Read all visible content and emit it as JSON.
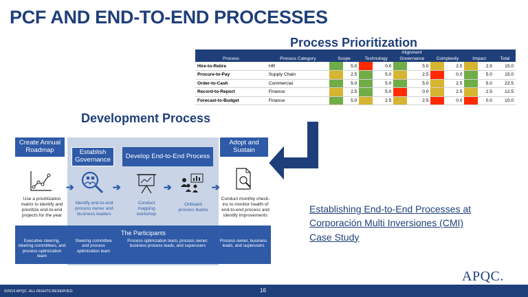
{
  "slide": {
    "title": "PCF AND END-TO-END PROCESSES",
    "page_number": "16",
    "copyright": "©2019 APQC. ALL RIGHTS RESERVED.",
    "logo_text": "APQC."
  },
  "prioritization": {
    "title": "Process Prioritization",
    "group_header": "Alignment",
    "columns": [
      "Process",
      "Process Category",
      "Scope",
      "Technology",
      "Governance",
      "Complexity",
      "Impact",
      "Total"
    ],
    "rows": [
      {
        "process": "Hire-to-Retire",
        "category": "HR",
        "scope": "5.0",
        "technology": "0.0",
        "governance": "5.0",
        "complexity": "2.5",
        "impact": "2.5",
        "total": "15.0",
        "swatches": [
          "green",
          "red",
          "green",
          "yellow",
          "yellow"
        ]
      },
      {
        "process": "Procure-to-Pay",
        "category": "Supply Chain",
        "scope": "2.5",
        "technology": "5.0",
        "governance": "2.5",
        "complexity": "0.0",
        "impact": "5.0",
        "total": "15.0",
        "swatches": [
          "yellow",
          "green",
          "yellow",
          "red",
          "green"
        ]
      },
      {
        "process": "Order-to-Cash",
        "category": "Commercial",
        "scope": "5.0",
        "technology": "5.0",
        "governance": "5.0",
        "complexity": "2.5",
        "impact": "5.0",
        "total": "22.5",
        "swatches": [
          "green",
          "green",
          "green",
          "yellow",
          "green"
        ]
      },
      {
        "process": "Record-to-Report",
        "category": "Finance",
        "scope": "2.5",
        "technology": "5.0",
        "governance": "0.0",
        "complexity": "2.5",
        "impact": "2.5",
        "total": "12.5",
        "swatches": [
          "yellow",
          "green",
          "red",
          "yellow",
          "yellow"
        ]
      },
      {
        "process": "Forecast-to-Budget",
        "category": "Finance",
        "scope": "5.0",
        "technology": "2.5",
        "governance": "2.5",
        "complexity": "0.0",
        "impact": "0.0",
        "total": "10.0",
        "swatches": [
          "green",
          "yellow",
          "yellow",
          "red",
          "red"
        ]
      }
    ],
    "colors": {
      "header": "#1f3f7a",
      "green": "#70ad47",
      "yellow": "#d6b531",
      "red": "#ff2a00"
    }
  },
  "development": {
    "title": "Development Process",
    "steps": [
      {
        "label": "Create Annual Roadmap",
        "icon": "line-chart-icon",
        "caption": "Use a prioritization matrix to identify and prioritize end-to-end projects for the year"
      },
      {
        "label": "Establish Governance",
        "icon": "magnifier-people-icon",
        "caption": "Identify end-to-end process owner and business leaders"
      },
      {
        "label": "Develop End-to-End Process",
        "icon": "presentation-board-icon",
        "caption": "Conduct mapping workshop"
      },
      {
        "label": "",
        "icon": "team-presentation-icon",
        "caption": "Onboard process teams"
      },
      {
        "label": "Adopt and Sustain",
        "icon": "document-check-icon",
        "caption": "Conduct monthly check-ins to monitor health of end-to-end process and identify improvements"
      }
    ],
    "participants_title": "The Participants",
    "participants": [
      "Executive steering, steering committees, and process optimization team",
      "Steering committee and process optimization team",
      "Process optimization team, process owner, business process leads, and superusers",
      "Process owner, business leads, and superusers"
    ]
  },
  "case_study": {
    "line1": "Establishing End-to-End Processes at",
    "line2": "Corporación Multi Inversiones (CMI)",
    "line3": "Case Study"
  }
}
